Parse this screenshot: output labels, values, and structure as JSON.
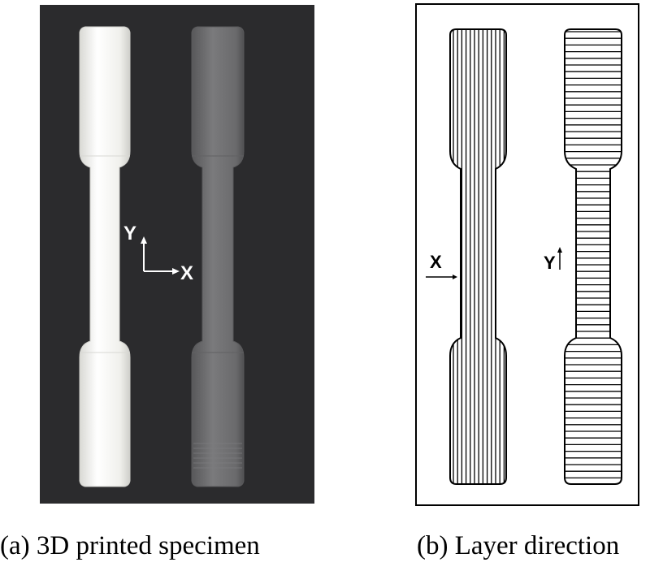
{
  "panel_a": {
    "caption": "(a) 3D printed specimen",
    "axis_y_label": "Y",
    "axis_x_label": "X",
    "specimen_colors": {
      "white": "#f1f1ee",
      "grey": "#6c6c6e",
      "background": "#2b2b2d"
    }
  },
  "panel_b": {
    "caption": "(b) Layer direction",
    "x_label": "X",
    "y_label": "Y"
  }
}
